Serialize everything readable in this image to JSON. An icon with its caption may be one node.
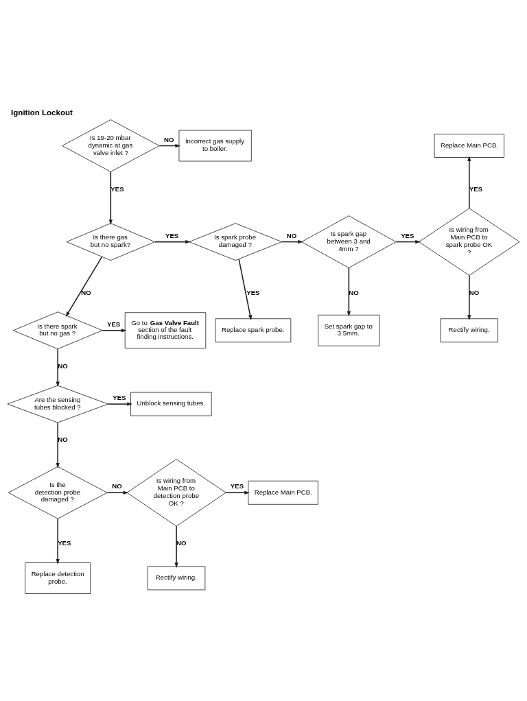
{
  "diagram": {
    "title": "Ignition Lockout",
    "nodes": [
      {
        "text": [
          "Is 19-20 mbar dynamic at gas valve inlet ?"
        ]
      },
      {
        "text": [
          "Incorrect gas supply to boiler."
        ]
      },
      {
        "text": [
          "Is there gas but no spark?"
        ]
      },
      {
        "text": [
          "Is spark probe damaged ?"
        ]
      },
      {
        "text": [
          "Is spark gap between 3 and 4mm ?"
        ]
      },
      {
        "text": [
          "Is wiring from Main PCB to spark probe OK ?"
        ]
      },
      {
        "text": [
          "Replace Main PCB."
        ]
      },
      {
        "text": [
          "Replace spark probe."
        ]
      },
      {
        "text": [
          "Set spark gap to 3.5mm."
        ]
      },
      {
        "text": [
          "Rectify wiring."
        ]
      },
      {
        "text": [
          "Is there spark but no gas ?"
        ]
      },
      {
        "text": [
          "Go to **Gas Valve Fault** section of the fault finding instructions."
        ]
      },
      {
        "text": [
          "Are the sensing tubes blocked ?"
        ]
      },
      {
        "text": [
          "Unblock sensing tubes."
        ]
      },
      {
        "text": [
          "Is the detection probe damaged ?"
        ]
      },
      {
        "text": [
          "Is wiring from Main PCB to detection probe OK ?"
        ]
      },
      {
        "text": [
          "Replace Main PCB."
        ]
      },
      {
        "text": [
          "Replace detection probe."
        ]
      },
      {
        "text": [
          "Rectify wiring."
        ]
      }
    ],
    "edges": [
      {
        "from": 0,
        "to": 1,
        "arrow": "to",
        "label": "NO"
      },
      {
        "from": 0,
        "to": 2,
        "arrow": "to",
        "label": "YES"
      },
      {
        "from": 2,
        "to": 3,
        "arrow": "to",
        "label": "YES"
      },
      {
        "from": 3,
        "to": 4,
        "arrow": "to",
        "label": "NO"
      },
      {
        "from": 4,
        "to": 5,
        "arrow": "to",
        "label": "YES"
      },
      {
        "from": 5,
        "to": 6,
        "arrow": "to",
        "label": "YES"
      },
      {
        "from": 3,
        "to": 7,
        "arrow": "to",
        "label": "YES"
      },
      {
        "from": 4,
        "to": 8,
        "arrow": "to",
        "label": "NO"
      },
      {
        "from": 5,
        "to": 9,
        "arrow": "to",
        "label": "NO"
      },
      {
        "from": 2,
        "to": 10,
        "arrow": "to",
        "label": "NO"
      },
      {
        "from": 10,
        "to": 11,
        "arrow": "to",
        "label": "YES"
      },
      {
        "from": 10,
        "to": 12,
        "arrow": "to",
        "label": "NO"
      },
      {
        "from": 12,
        "to": 13,
        "arrow": "to",
        "label": "YES"
      },
      {
        "from": 12,
        "to": 14,
        "arrow": "to",
        "label": "NO"
      },
      {
        "from": 14,
        "to": 15,
        "arrow": "to",
        "label": "NO"
      },
      {
        "from": 15,
        "to": 16,
        "arrow": "to",
        "label": "YES"
      },
      {
        "from": 14,
        "to": 17,
        "arrow": "to",
        "label": "YES"
      },
      {
        "from": 15,
        "to": 18,
        "arrow": "to",
        "label": "NO"
      }
    ]
  }
}
